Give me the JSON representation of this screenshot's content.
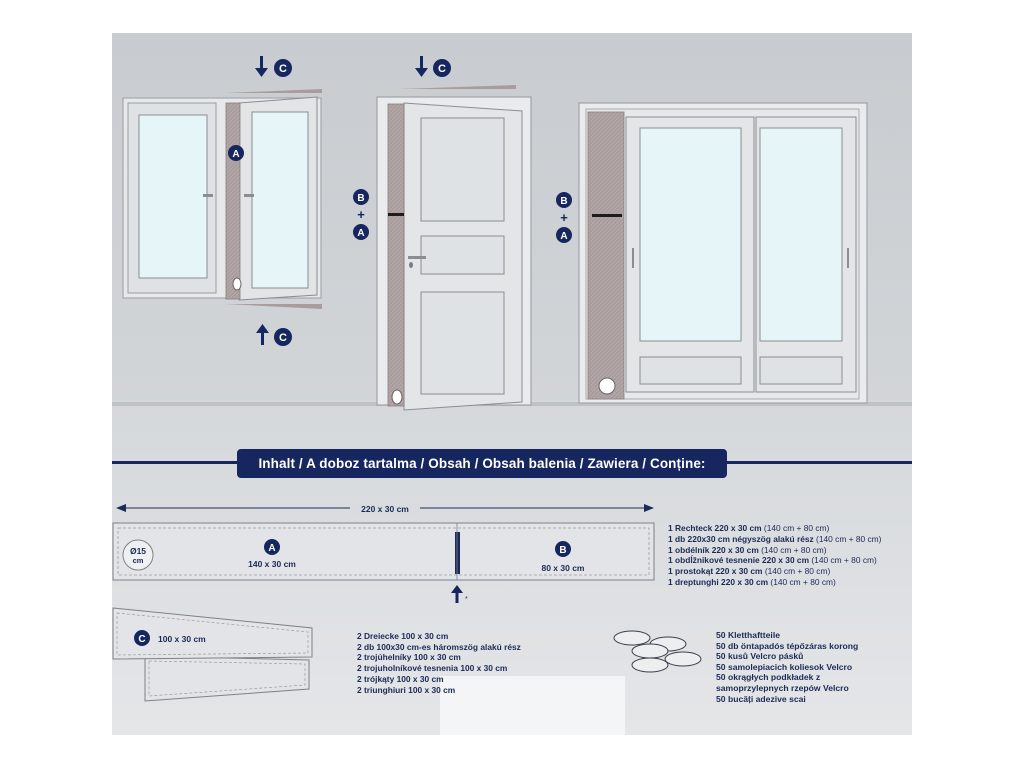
{
  "labels": {
    "a": "A",
    "b": "B",
    "c": "C",
    "plus": "+",
    "star": "*"
  },
  "banner_title": "Inhalt / A doboz tartalma / Obsah / Obsah balenia / Zawiera / Conține:",
  "strip": {
    "total_dimension": "220 x 30 cm",
    "hole_diameter": "Ø15",
    "hole_unit": "cm",
    "part_a_size": "140 x 30 cm",
    "part_b_size": "80 x 30 cm"
  },
  "wedge": {
    "size": "100 x 30 cm"
  },
  "rectangle_list": [
    {
      "text": "1 Rechteck 220 x 30 cm",
      "detail": " (140 cm + 80 cm)"
    },
    {
      "text": "1 db 220x30 cm négyszög alakú rész",
      "detail": " (140 cm + 80 cm)"
    },
    {
      "text": "1 obdélník 220 x 30 cm",
      "detail": " (140 cm + 80 cm)"
    },
    {
      "text": "1 obdĺžnikové tesnenie 220 x 30 cm",
      "detail": " (140 cm + 80 cm)"
    },
    {
      "text": "1 prostokąt 220 x 30 cm",
      "detail": " (140 cm + 80 cm)"
    },
    {
      "text": "1 dreptunghi 220 x 30 cm",
      "detail": " (140 cm + 80 cm)"
    }
  ],
  "triangle_list": [
    "2 Dreiecke 100 x 30 cm",
    "2 db 100x30 cm-es háromszög alakú rész",
    "2 trojúhelníky 100 x 30 cm",
    "2 trojuholníkové tesnenia 100 x 30 cm",
    "2 trójkąty 100 x 30 cm",
    "2 triunghiuri 100 x 30 cm"
  ],
  "velcro_list": [
    "50 Kletthaftteile",
    "50 db öntapadós tépőzáras korong",
    "50 kusů Velcro pásků",
    "50 samolepiacich koliesok Velcro",
    "50 okrągłych podkładek z",
    "samoprzylepnych rzepów Velcro",
    "50 bucăți adezive scai"
  ],
  "colors": {
    "navy": "#16265e",
    "text": "#1d2a55",
    "wall": "#c9cdd1",
    "panel": "#d9dcdf",
    "glass": "#e6f5f8",
    "seal": "#a99c9c"
  }
}
